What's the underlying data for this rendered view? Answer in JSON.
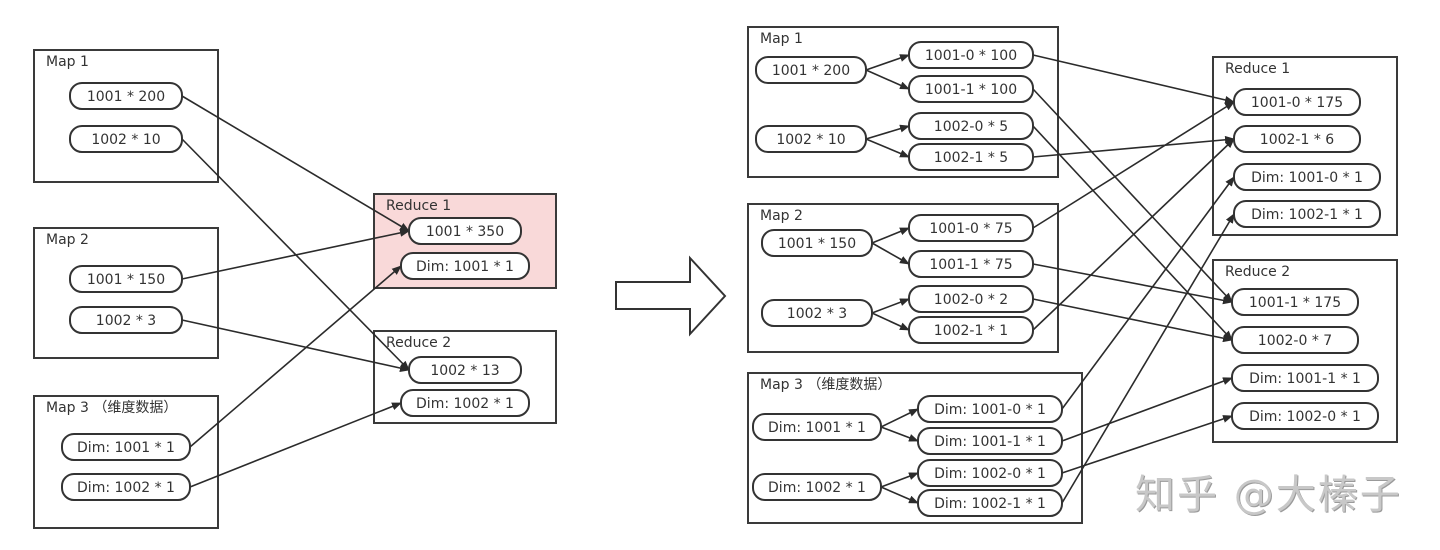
{
  "colors": {
    "line": "#2b2b2b",
    "box_border": "#3a3a3a",
    "highlight_fill": "#f9d9d9",
    "watermark": "#c8c8c8"
  },
  "watermark": "知乎 @大榛子",
  "transition_arrow": "block-right-arrow",
  "before": {
    "boxes": [
      {
        "id": "L_map1",
        "title": "Map 1",
        "highlight": false
      },
      {
        "id": "L_map2",
        "title": "Map 2",
        "highlight": false
      },
      {
        "id": "L_map3",
        "title": "Map 3 （维度数据）",
        "highlight": false
      },
      {
        "id": "L_red1",
        "title": "Reduce 1",
        "highlight": true
      },
      {
        "id": "L_red2",
        "title": "Reduce 2",
        "highlight": false
      }
    ],
    "nodes": [
      {
        "id": "L_m1a",
        "label": "1001 * 200"
      },
      {
        "id": "L_m1b",
        "label": "1002 * 10"
      },
      {
        "id": "L_m2a",
        "label": "1001 * 150"
      },
      {
        "id": "L_m2b",
        "label": "1002 * 3"
      },
      {
        "id": "L_m3a",
        "label": "Dim: 1001 * 1"
      },
      {
        "id": "L_m3b",
        "label": "Dim: 1002 * 1"
      },
      {
        "id": "L_r1a",
        "label": "1001 * 350"
      },
      {
        "id": "L_r1b",
        "label": "Dim: 1001 * 1"
      },
      {
        "id": "L_r2a",
        "label": "1002 * 13"
      },
      {
        "id": "L_r2b",
        "label": "Dim: 1002 * 1"
      }
    ],
    "edges": [
      {
        "from": "L_m1a",
        "to": "L_r1a"
      },
      {
        "from": "L_m2a",
        "to": "L_r1a"
      },
      {
        "from": "L_m3a",
        "to": "L_r1b"
      },
      {
        "from": "L_m1b",
        "to": "L_r2a"
      },
      {
        "from": "L_m2b",
        "to": "L_r2a"
      },
      {
        "from": "L_m3b",
        "to": "L_r2b"
      }
    ]
  },
  "after": {
    "boxes": [
      {
        "id": "R_map1",
        "title": "Map 1",
        "highlight": false
      },
      {
        "id": "R_map2",
        "title": "Map 2",
        "highlight": false
      },
      {
        "id": "R_map3",
        "title": "Map 3 （维度数据）",
        "highlight": false
      },
      {
        "id": "R_red1",
        "title": "Reduce 1",
        "highlight": false
      },
      {
        "id": "R_red2",
        "title": "Reduce 2",
        "highlight": false
      }
    ],
    "nodes": [
      {
        "id": "R_m1_src_a",
        "label": "1001 * 200"
      },
      {
        "id": "R_m1_src_b",
        "label": "1002 * 10"
      },
      {
        "id": "R_m1_s1",
        "label": "1001-0 * 100"
      },
      {
        "id": "R_m1_s2",
        "label": "1001-1 * 100"
      },
      {
        "id": "R_m1_s3",
        "label": "1002-0 * 5"
      },
      {
        "id": "R_m1_s4",
        "label": "1002-1 * 5"
      },
      {
        "id": "R_m2_src_a",
        "label": "1001 * 150"
      },
      {
        "id": "R_m2_src_b",
        "label": "1002 * 3"
      },
      {
        "id": "R_m2_s1",
        "label": "1001-0 * 75"
      },
      {
        "id": "R_m2_s2",
        "label": "1001-1 * 75"
      },
      {
        "id": "R_m2_s3",
        "label": "1002-0 * 2"
      },
      {
        "id": "R_m2_s4",
        "label": "1002-1 * 1"
      },
      {
        "id": "R_m3_src_a",
        "label": "Dim: 1001 * 1"
      },
      {
        "id": "R_m3_src_b",
        "label": "Dim: 1002 * 1"
      },
      {
        "id": "R_m3_s1",
        "label": "Dim: 1001-0 * 1"
      },
      {
        "id": "R_m3_s2",
        "label": "Dim: 1001-1 * 1"
      },
      {
        "id": "R_m3_s3",
        "label": "Dim: 1002-0 * 1"
      },
      {
        "id": "R_m3_s4",
        "label": "Dim: 1002-1 * 1"
      },
      {
        "id": "R_r1_a",
        "label": "1001-0 * 175"
      },
      {
        "id": "R_r1_b",
        "label": "1002-1 * 6"
      },
      {
        "id": "R_r1_c",
        "label": "Dim: 1001-0 * 1"
      },
      {
        "id": "R_r1_d",
        "label": "Dim: 1002-1 * 1"
      },
      {
        "id": "R_r2_a",
        "label": "1001-1 * 175"
      },
      {
        "id": "R_r2_b",
        "label": "1002-0 * 7"
      },
      {
        "id": "R_r2_c",
        "label": "Dim: 1001-1 * 1"
      },
      {
        "id": "R_r2_d",
        "label": "Dim: 1002-0 * 1"
      }
    ],
    "edges": [
      {
        "from": "R_m1_src_a",
        "to": "R_m1_s1"
      },
      {
        "from": "R_m1_src_a",
        "to": "R_m1_s2"
      },
      {
        "from": "R_m1_src_b",
        "to": "R_m1_s3"
      },
      {
        "from": "R_m1_src_b",
        "to": "R_m1_s4"
      },
      {
        "from": "R_m2_src_a",
        "to": "R_m2_s1"
      },
      {
        "from": "R_m2_src_a",
        "to": "R_m2_s2"
      },
      {
        "from": "R_m2_src_b",
        "to": "R_m2_s3"
      },
      {
        "from": "R_m2_src_b",
        "to": "R_m2_s4"
      },
      {
        "from": "R_m3_src_a",
        "to": "R_m3_s1"
      },
      {
        "from": "R_m3_src_a",
        "to": "R_m3_s2"
      },
      {
        "from": "R_m3_src_b",
        "to": "R_m3_s3"
      },
      {
        "from": "R_m3_src_b",
        "to": "R_m3_s4"
      },
      {
        "from": "R_m1_s1",
        "to": "R_r1_a"
      },
      {
        "from": "R_m2_s1",
        "to": "R_r1_a"
      },
      {
        "from": "R_m1_s4",
        "to": "R_r1_b"
      },
      {
        "from": "R_m2_s4",
        "to": "R_r1_b"
      },
      {
        "from": "R_m3_s1",
        "to": "R_r1_c"
      },
      {
        "from": "R_m3_s4",
        "to": "R_r1_d"
      },
      {
        "from": "R_m1_s2",
        "to": "R_r2_a"
      },
      {
        "from": "R_m2_s2",
        "to": "R_r2_a"
      },
      {
        "from": "R_m1_s3",
        "to": "R_r2_b"
      },
      {
        "from": "R_m2_s3",
        "to": "R_r2_b"
      },
      {
        "from": "R_m3_s2",
        "to": "R_r2_c"
      },
      {
        "from": "R_m3_s3",
        "to": "R_r2_d"
      }
    ]
  }
}
